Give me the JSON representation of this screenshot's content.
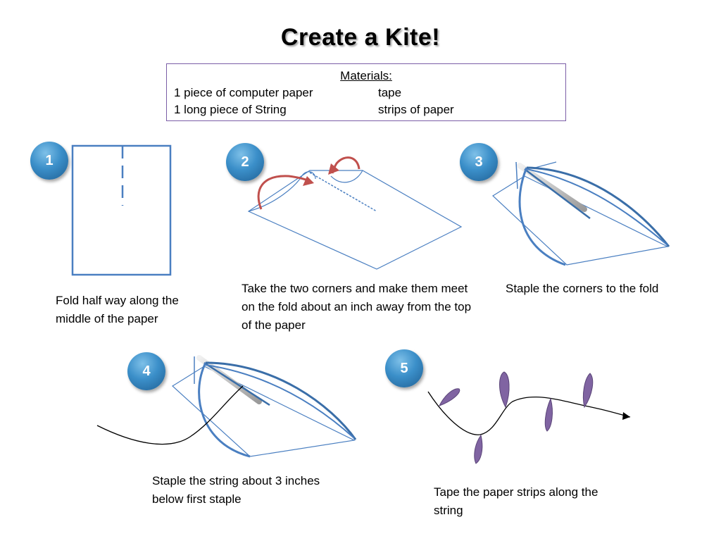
{
  "title": "Create a Kite!",
  "materials": {
    "heading": "Materials:",
    "items": [
      "1 piece of computer paper",
      "tape",
      "1 long piece of String",
      "strips of paper"
    ]
  },
  "steps": [
    {
      "number": "1",
      "caption": "Fold half way along the middle of the paper"
    },
    {
      "number": "2",
      "caption": "Take the two corners and make them meet on the fold about an inch away from the top of the paper"
    },
    {
      "number": "3",
      "caption": "Staple the corners to the fold"
    },
    {
      "number": "4",
      "caption": "Staple the string about 3 inches below first staple"
    },
    {
      "number": "5",
      "caption": "Tape the paper strips along the string"
    }
  ],
  "colors": {
    "badge": "#3b8fc9",
    "paper_line": "#4a7fc1",
    "arrow": "#c0504d",
    "strip": "#8064a2",
    "box_border": "#7b5ea7"
  }
}
